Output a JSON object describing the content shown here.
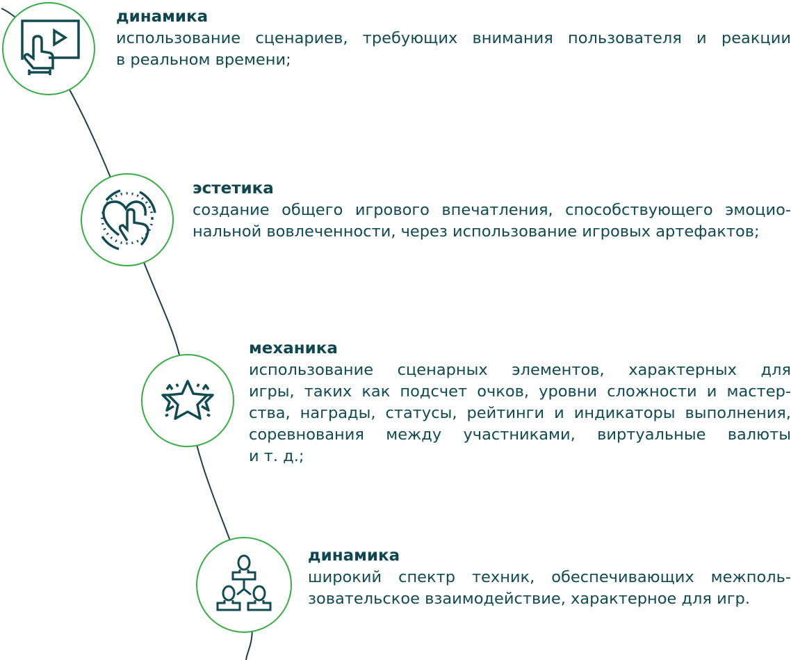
{
  "items": [
    {
      "title": "динамика",
      "icon": "touch-screen-play-icon",
      "lines": [
        "использование сценариев, требующих внимания пользователя и реакции",
        "в реальном времени;"
      ]
    },
    {
      "title": "эстетика",
      "icon": "heart-touch-icon",
      "lines": [
        "создание общего игрового впечатления, способствующего эмоцио-",
        "нальной вовлеченности, через использование игровых артефактов;"
      ]
    },
    {
      "title": "механика",
      "icon": "stars-icon",
      "lines": [
        "использование сценарных элементов, характерных для",
        "игры, таких как подсчет очков, уровни сложности и мастер-",
        "ства, награды, статусы, рейтинги и индикаторы выполнения,",
        "соревнования между участниками, виртуальные валюты",
        "и т. д.;"
      ]
    },
    {
      "title": "динамика",
      "icon": "user-network-icon",
      "lines": [
        "широкий спектр техник, обеспечивающих межполь-",
        "зовательское взаимодействие, характерное для игр."
      ]
    }
  ],
  "colors": {
    "ring": "#3aab47",
    "text": "#124a52",
    "line": "#1a3f4a"
  }
}
